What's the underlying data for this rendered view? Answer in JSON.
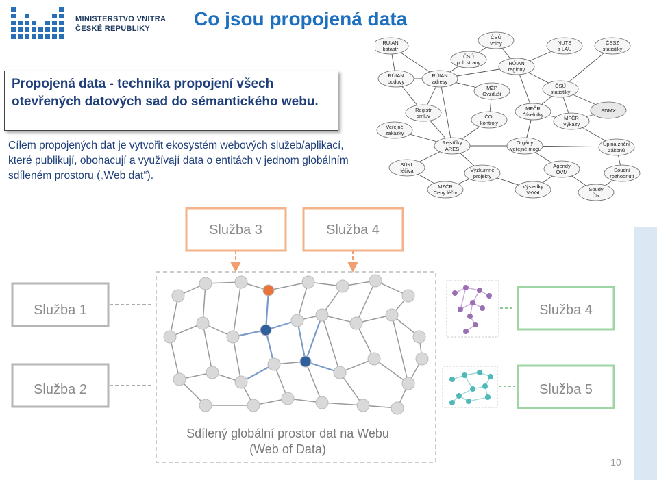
{
  "header": {
    "ministry_line1": "MINISTERSTVO VNITRA",
    "ministry_line2": "ČESKÉ REPUBLIKY",
    "title": "Co jsou propojená data"
  },
  "definition_box": {
    "text": "Propojená data - technika propojení všech otevřených datových sad do sémantického webu."
  },
  "paragraph": "Cílem propojených dat je vytvořit ekosystém webových služeb/aplikací, které publikují, obohacují a využívají data o entitách v jednom globálním sdíleném prostoru („Web dat“).",
  "network_nodes": [
    {
      "l1": "RÚIAN",
      "l2": "katastr"
    },
    {
      "l1": "ČSÚ",
      "l2": "volby"
    },
    {
      "l1": "NUTS",
      "l2": "a LAU"
    },
    {
      "l1": "ČSSZ",
      "l2": "statistiky"
    },
    {
      "l1": "ČSÚ",
      "l2": "pol. strany"
    },
    {
      "l1": "RÚIAN",
      "l2": "regiony"
    },
    {
      "l1": "RÚIAN",
      "l2": "budovy"
    },
    {
      "l1": "RÚIAN",
      "l2": "adresy"
    },
    {
      "l1": "ČSÚ",
      "l2": "statistiky"
    },
    {
      "l1": "MŽP",
      "l2": "Ovzduší"
    },
    {
      "l1": "Registr",
      "l2": "smluv"
    },
    {
      "l1": "SDMX",
      "l2": ""
    },
    {
      "l1": "MFČR",
      "l2": "Číselníky"
    },
    {
      "l1": "MFČR",
      "l2": "Výkazy"
    },
    {
      "l1": "ČOI",
      "l2": "kontroly"
    },
    {
      "l1": "Veřejné",
      "l2": "zakázky"
    },
    {
      "l1": "Rejstříky",
      "l2": "ARES"
    },
    {
      "l1": "Orgány",
      "l2": "veřejné moci"
    },
    {
      "l1": "Úplná znění",
      "l2": "zákonů"
    },
    {
      "l1": "SÚKL",
      "l2": "léčiva"
    },
    {
      "l1": "Výzkumné",
      "l2": "projekty"
    },
    {
      "l1": "Agendy",
      "l2": "OVM"
    },
    {
      "l1": "Soudní",
      "l2": "rozhodnutí"
    },
    {
      "l1": "MZČR",
      "l2": "Ceny léčiv"
    },
    {
      "l1": "Výsledky",
      "l2": "VaVaI"
    },
    {
      "l1": "Soudy",
      "l2": "ČR"
    }
  ],
  "diagram": {
    "sluzba3": "Služba 3",
    "sluzba4_top": "Služba 4",
    "sluzba1": "Služba 1",
    "sluzba2": "Služba 2",
    "sluzba4_right": "Služba 4",
    "sluzba5": "Služba 5",
    "caption_line1": "Sdílený globální prostor dat na Webu",
    "caption_line2": "(Web of Data)"
  },
  "page_number": "10",
  "colors": {
    "title": "#1f6fbf",
    "text": "#1f3f7a",
    "orange_box": "#f3b38a",
    "green_box": "#9fd4a4",
    "node_orange": "#e8743b",
    "node_blue": "#2f5f9e",
    "node_purple": "#9b6fb4",
    "node_teal": "#4fb8b8"
  }
}
